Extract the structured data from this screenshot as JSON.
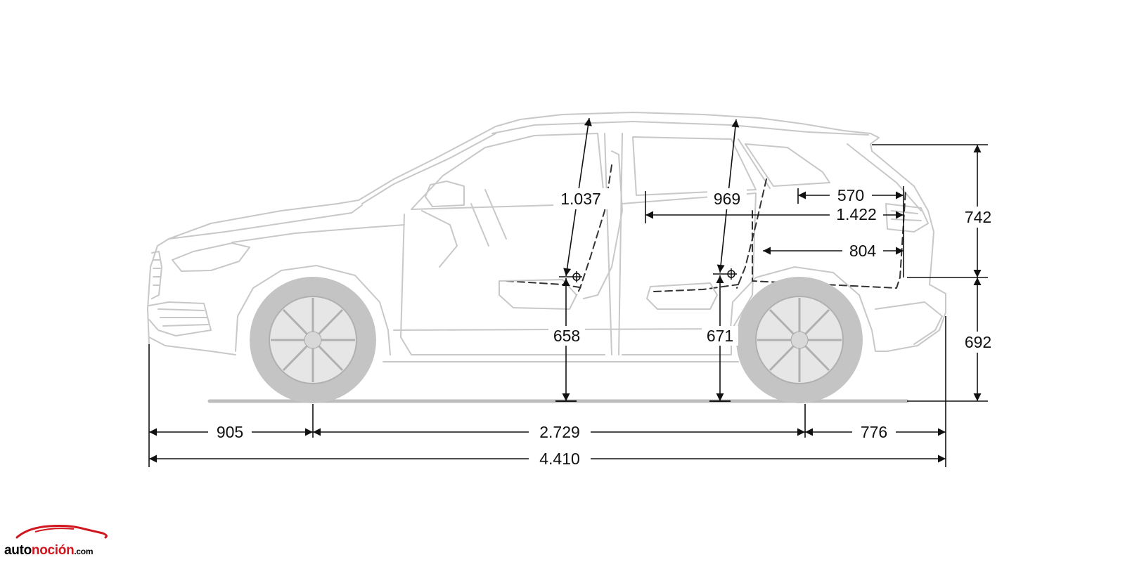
{
  "dimensions": {
    "front_overhang": "905",
    "wheelbase": "2.729",
    "rear_overhang": "776",
    "overall_length": "4.410",
    "front_headroom": "1.037",
    "rear_headroom": "969",
    "front_seat_height": "658",
    "rear_seat_height": "671",
    "luggage_upper": "570",
    "luggage_length": "1.422",
    "luggage_lower": "804",
    "rear_opening_height": "742",
    "load_sill_height": "692"
  },
  "watermark": {
    "auto": "auto",
    "brand": "noción",
    "tld": ".com"
  },
  "colors": {
    "car_line": "#c8c8c8",
    "wheel_fill": "#c4c4c4",
    "dimension_line": "#111111",
    "brand_red": "#d0161e"
  },
  "icons": [
    "car-side-view",
    "seat-reference-point-icon",
    "arrow-head-icon",
    "logo-car-icon"
  ]
}
